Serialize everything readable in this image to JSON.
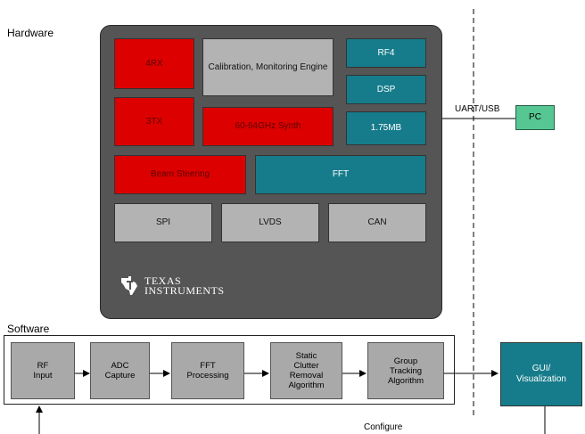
{
  "sections": {
    "hardware": "Hardware",
    "software": "Software"
  },
  "chip": {
    "rx": "4RX",
    "tx": "3TX",
    "calibration": "Calibration, Monitoring Engine",
    "synth": "60-64GHz Synth",
    "rf4": "RF4",
    "dsp": "DSP",
    "memory": "1.75MB",
    "beam": "Beam Steering",
    "fft": "FFT",
    "spi": "SPI",
    "lvds": "LVDS",
    "can": "CAN",
    "logo": {
      "line1": "TEXAS",
      "line2": "INSTRUMENTS"
    }
  },
  "link": {
    "uart": "UART/USB"
  },
  "pc": "PC",
  "pipeline": [
    {
      "line1": "RF",
      "line2": "Input"
    },
    {
      "line1": "ADC",
      "line2": "Capture"
    },
    {
      "line1": "FFT",
      "line2": "Processing"
    },
    {
      "line1": "Static",
      "line2": "Clutter",
      "line3": "Removal",
      "line4": "Algorithm"
    },
    {
      "line1": "Group",
      "line2": "Tracking",
      "line3": "Algorithm"
    }
  ],
  "gui": {
    "line1": "GUI/",
    "line2": "Visualization"
  },
  "configure": "Configure",
  "colors": {
    "chip": "#555555",
    "red_block": "#dd0000",
    "gray_block": "#b3b3b3",
    "teal_block": "#167c8b",
    "pc": "#56c793"
  }
}
